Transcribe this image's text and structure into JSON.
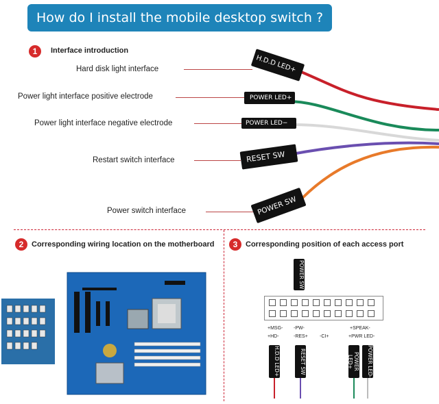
{
  "title": "How do I install the mobile desktop switch ?",
  "section1": {
    "number": "1",
    "heading": "Interface introduction"
  },
  "labels": {
    "hdd": "Hard disk light interface",
    "pled_pos": "Power light interface positive electrode",
    "pled_neg": "Power light interface negative electrode",
    "reset": "Restart switch interface",
    "power": "Power switch interface"
  },
  "connectors": {
    "hdd": "H.D.D LED+",
    "pled_pos": "POWER LED+",
    "pled_neg": "POWER LED−",
    "reset": "RESET SW",
    "power": "POWER SW"
  },
  "section2": {
    "number": "2",
    "heading": "Corresponding wiring location on the motherboard"
  },
  "section3": {
    "number": "3",
    "heading": "Corresponding position of each access port"
  },
  "ports": {
    "top_conn": "POWER SW",
    "row1": [
      "+MSG-",
      "-PW-",
      "+SPEAK-"
    ],
    "row2": [
      "+HD-",
      "-RES+",
      "-CI+",
      "+PWR LED-"
    ],
    "bottom_conns": [
      "H.D.D LED+",
      "RESET SW",
      "POWER LED+",
      "POWER LED-"
    ]
  },
  "colors": {
    "banner": "#1e84b9",
    "accent": "#d62b2b",
    "wire_red": "#c8202a",
    "wire_green": "#1a8a5a",
    "wire_white": "#e8e8e8",
    "wire_purple": "#6a4fb0",
    "wire_orange": "#e87a2a"
  }
}
